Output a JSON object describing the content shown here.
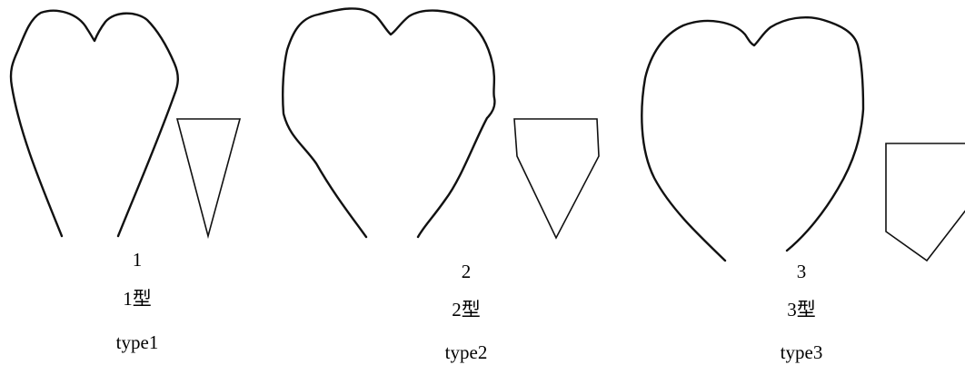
{
  "figures": [
    {
      "number": "1",
      "type_zh": "1型",
      "type_en": "type1"
    },
    {
      "number": "2",
      "type_zh": "2型",
      "type_en": "type2"
    },
    {
      "number": "3",
      "type_zh": "3型",
      "type_en": "type3"
    }
  ]
}
